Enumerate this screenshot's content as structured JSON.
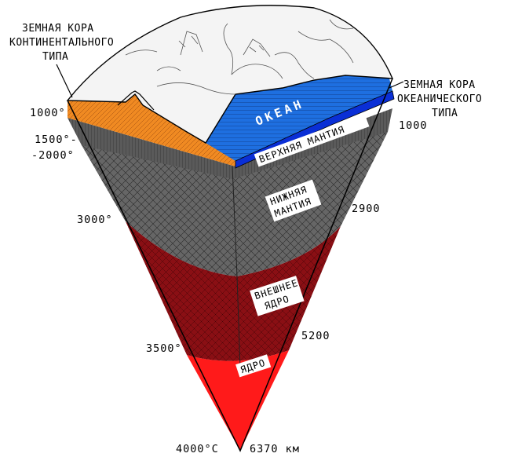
{
  "labels": {
    "continental_crust": [
      "ЗЕМНАЯ КОРА",
      "КОНТИНЕНТАЛЬНОГО",
      "ТИПА"
    ],
    "oceanic_crust": [
      "ЗЕМНАЯ КОРА",
      "ОКЕАНИЧЕСКОГО",
      "ТИПА"
    ],
    "ocean": "ОКЕАН",
    "upper_mantle": "ВЕРХНЯЯ МАНТИЯ",
    "lower_mantle": [
      "НИЖНЯЯ",
      "МАНТИЯ"
    ],
    "outer_core": [
      "ВНЕШНЕЕ",
      "ЯДРО"
    ],
    "inner_core": "ЯДРО"
  },
  "temperatures": {
    "t1000": "1000°",
    "t1500_line1": "1500°-",
    "t1500_line2": "-2000°",
    "t3000": "3000°",
    "t3500": "3500°",
    "t4000": "4000°С"
  },
  "depths": {
    "d1000": "1000",
    "d2900": "2900",
    "d5200": "5200",
    "d6370": "6370 км"
  },
  "colors": {
    "surface": "#f4f4f4",
    "continental": "#f08a22",
    "ocean": "#1e6fe0",
    "oceanic_crust": "#0a2fd6",
    "upper_mantle": "#606060",
    "lower_mantle": "#6b6b6b",
    "outer_core": "#8a0f14",
    "inner_core": "#ff1a1a"
  }
}
